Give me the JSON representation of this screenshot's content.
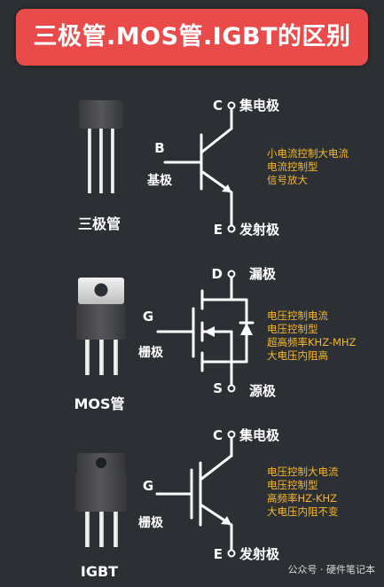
{
  "title": "三极管.MOS管.IGBT的区别",
  "colors": {
    "background": "#2c2f33",
    "banner": "#e94b4b",
    "line": "#ffffff",
    "feature_text": "#f5b82e"
  },
  "sections": [
    {
      "device_name": "三极管",
      "terminal_top_letter": "C",
      "terminal_top_name": "集电极",
      "terminal_left_letter": "B",
      "terminal_left_name": "基极",
      "terminal_bottom_letter": "E",
      "terminal_bottom_name": "发射极",
      "features": [
        "小电流控制大电流",
        "电流控制型",
        "信号放大"
      ]
    },
    {
      "device_name": "MOS管",
      "terminal_top_letter": "D",
      "terminal_top_name": "漏极",
      "terminal_left_letter": "G",
      "terminal_left_name": "栅极",
      "terminal_bottom_letter": "S",
      "terminal_bottom_name": "源极",
      "features": [
        "电压控制电流",
        "电压控制型",
        "超高频率KHZ-MHZ",
        "大电压内阻高"
      ]
    },
    {
      "device_name": "IGBT",
      "terminal_top_letter": "C",
      "terminal_top_name": "集电极",
      "terminal_left_letter": "G",
      "terminal_left_name": "栅极",
      "terminal_bottom_letter": "E",
      "terminal_bottom_name": "发射极",
      "features": [
        "电压控制大电流",
        "电压控制型",
        "高频率HZ-KHZ",
        "大电压内阻不变"
      ]
    }
  ],
  "watermark": "公众号 · 硬件笔记本"
}
